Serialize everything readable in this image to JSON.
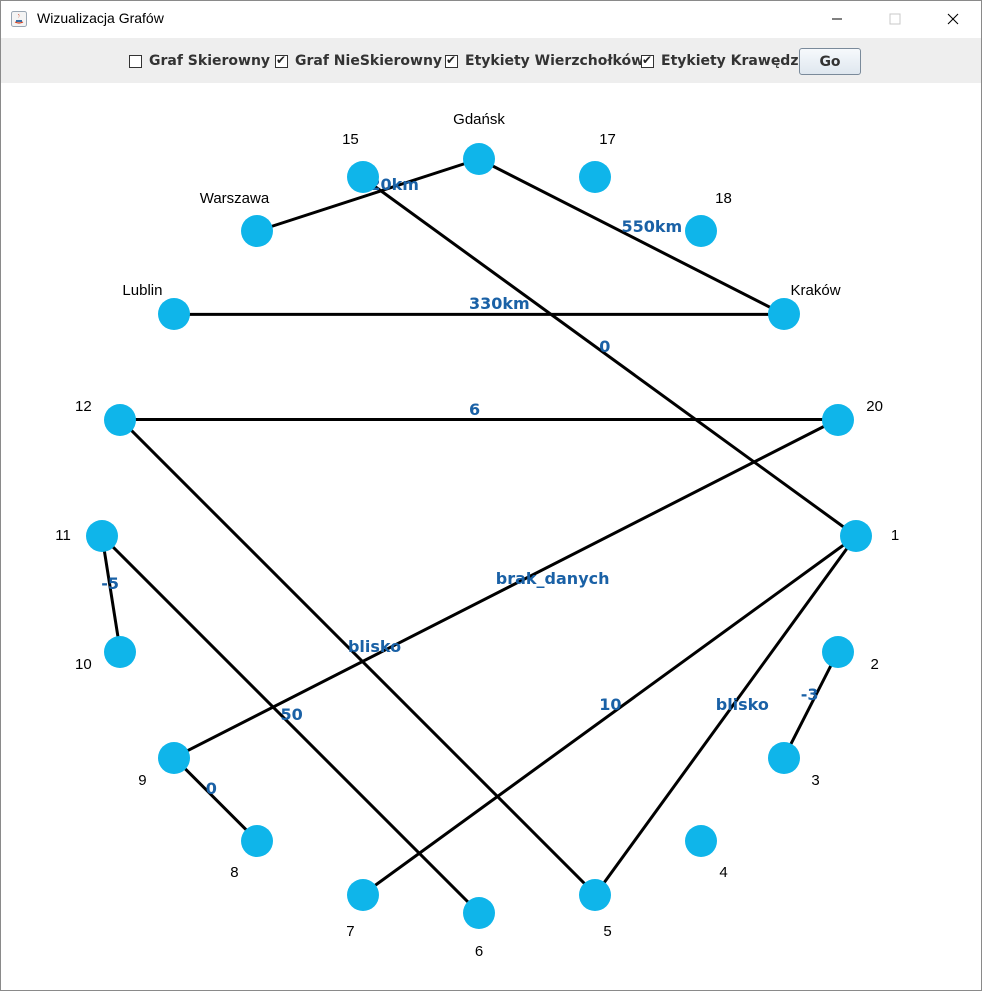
{
  "window": {
    "title": "Wizualizacja Grafów"
  },
  "toolbar": {
    "checkboxes": [
      {
        "label": "Graf Skierowny",
        "checked": false
      },
      {
        "label": "Graf NieSkierowny",
        "checked": true
      },
      {
        "label": "Etykiety Wierzchołków",
        "checked": true
      },
      {
        "label": "Etykiety Krawędzi",
        "checked": true
      }
    ],
    "go_label": "Go"
  },
  "graph": {
    "node_color": "#0fb5ea",
    "edge_label_color": "#1a61a6",
    "vertices": [
      "1",
      "2",
      "3",
      "4",
      "5",
      "6",
      "7",
      "8",
      "9",
      "10",
      "11",
      "12",
      "Lublin",
      "Warszawa",
      "15",
      "Gdańsk",
      "17",
      "18",
      "Kraków",
      "20"
    ],
    "edges": [
      {
        "from": "Warszawa",
        "to": "Gdańsk",
        "label": "120km"
      },
      {
        "from": "Gdańsk",
        "to": "Kraków",
        "label": "550km"
      },
      {
        "from": "Lublin",
        "to": "Kraków",
        "label": "330km"
      },
      {
        "from": "12",
        "to": "20",
        "label": "6"
      },
      {
        "from": "15",
        "to": "1",
        "label": "0"
      },
      {
        "from": "20",
        "to": "9",
        "label": "brak_danych"
      },
      {
        "from": "1",
        "to": "7",
        "label": "10"
      },
      {
        "from": "1",
        "to": "5",
        "label": "blisko"
      },
      {
        "from": "2",
        "to": "3",
        "label": "-3"
      },
      {
        "from": "11",
        "to": "10",
        "label": "-5"
      },
      {
        "from": "11",
        "to": "6",
        "label": "50"
      },
      {
        "from": "12",
        "to": "5",
        "label": "blisko"
      },
      {
        "from": "9",
        "to": "8",
        "label": "0"
      }
    ]
  }
}
